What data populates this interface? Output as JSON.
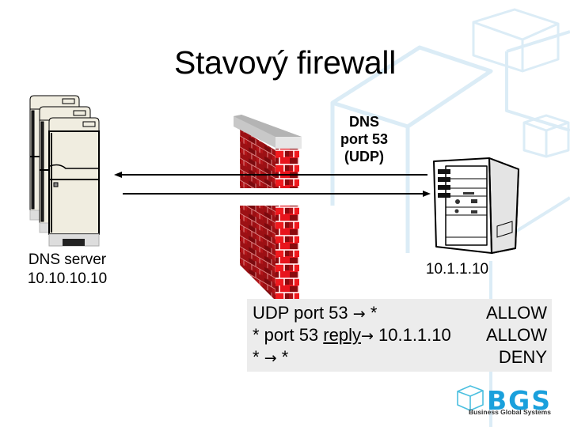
{
  "slide": {
    "title": "Stavový firewall",
    "protocol_label": {
      "line1": "DNS",
      "line2": "port 53",
      "line3": "(UDP)"
    },
    "dns_server": {
      "name": "DNS server",
      "ip": "10.10.10.10"
    },
    "client": {
      "ip": "10.1.1.10"
    },
    "rules": [
      {
        "part1": "UDP port 53 ",
        "underlined": "",
        "arrow": "→",
        "part2": " *",
        "action": "ALLOW"
      },
      {
        "part1": "* port 53 ",
        "underlined": "reply",
        "arrow": "→",
        "part2": " 10.1.1.10",
        "action": "ALLOW"
      },
      {
        "part1": "* ",
        "underlined": "",
        "arrow": "→",
        "part2": " *",
        "action": "DENY"
      }
    ],
    "logo": {
      "brand": "BGS",
      "tagline": "Business Global Systems",
      "color": "#1aa0dc"
    },
    "colors": {
      "background_cubes": "#d6eaf5",
      "rules_bg": "#ececec",
      "brick_light": "#e8141c",
      "brick_dark": "#8a0a0e"
    }
  }
}
